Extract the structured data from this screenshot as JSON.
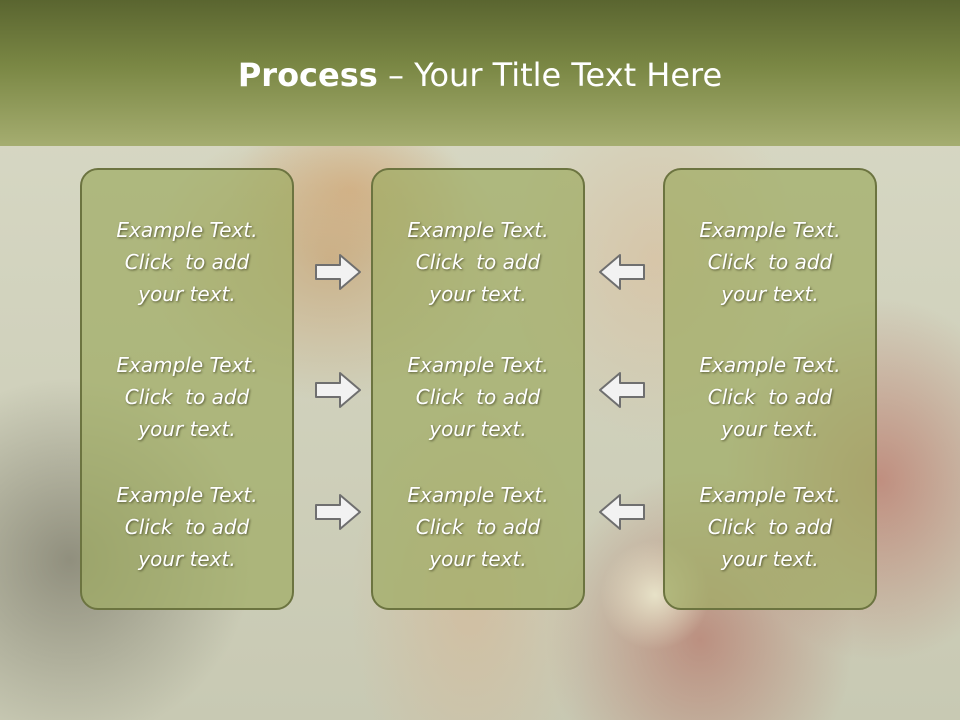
{
  "header": {
    "title_strong": "Process",
    "title_rest": " – Your Title Text Here"
  },
  "columns": [
    {
      "blocks": [
        {
          "line1": "Example Text.",
          "line2": "Click  to add",
          "line3": "your text."
        },
        {
          "line1": "Example Text.",
          "line2": "Click  to add",
          "line3": "your text."
        },
        {
          "line1": "Example Text.",
          "line2": "Click  to add",
          "line3": "your text."
        }
      ]
    },
    {
      "blocks": [
        {
          "line1": "Example Text.",
          "line2": "Click  to add",
          "line3": "your text."
        },
        {
          "line1": "Example Text.",
          "line2": "Click  to add",
          "line3": "your text."
        },
        {
          "line1": "Example Text.",
          "line2": "Click  to add",
          "line3": "your text."
        }
      ]
    },
    {
      "blocks": [
        {
          "line1": "Example Text.",
          "line2": "Click  to add",
          "line3": "your text."
        },
        {
          "line1": "Example Text.",
          "line2": "Click  to add",
          "line3": "your text."
        },
        {
          "line1": "Example Text.",
          "line2": "Click  to add",
          "line3": "your text."
        }
      ]
    }
  ],
  "arrows": {
    "left_group_direction": "right",
    "right_group_direction": "left",
    "icon": "arrow-icon"
  },
  "colors": {
    "header_dark": "#5a6530",
    "header_light": "#a5ad70",
    "box_fill": "#a0ac64",
    "box_border": "#6c7440",
    "text": "#ffffff",
    "arrow_fill": "#f2f2f2",
    "arrow_stroke": "#6f6f6f"
  }
}
